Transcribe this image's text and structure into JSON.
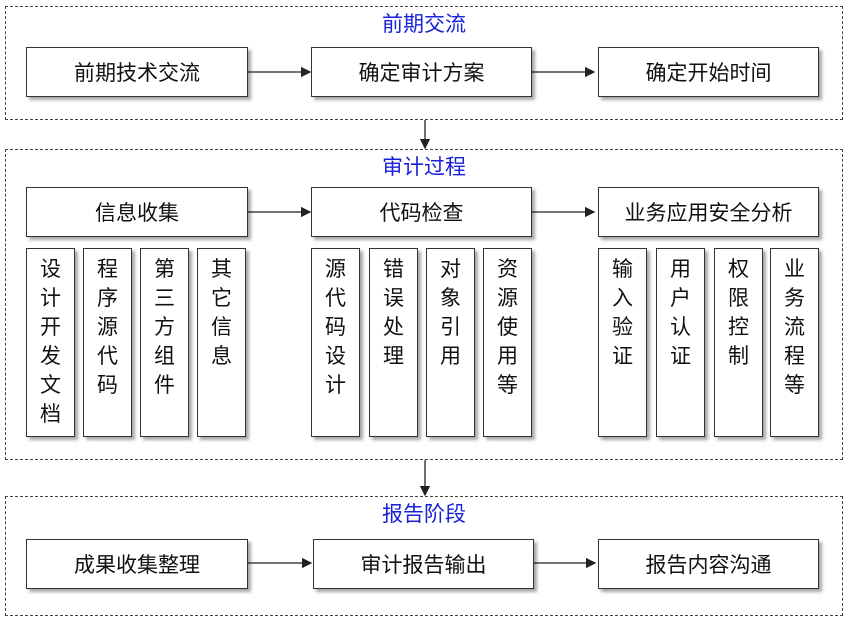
{
  "sections": [
    {
      "title": "前期交流",
      "boxes": [
        "前期技术交流",
        "确定审计方案",
        "确定开始时间"
      ]
    },
    {
      "title": "审计过程",
      "boxes": [
        "信息收集",
        "代码检查",
        "业务应用安全分析"
      ],
      "groups": [
        [
          "设计开发文档",
          "程序源代码",
          "第三方组件",
          "其它信息"
        ],
        [
          "源代码设计",
          "错误处理",
          "对象引用",
          "资源使用等"
        ],
        [
          "输入验证",
          "用户认证",
          "权限控制",
          "业务流程等"
        ]
      ]
    },
    {
      "title": "报告阶段",
      "boxes": [
        "成果收集整理",
        "审计报告输出",
        "报告内容沟通"
      ]
    }
  ],
  "colors": {
    "section_title": "#1a22d8",
    "border": "#333333",
    "dashed": "#444444"
  }
}
